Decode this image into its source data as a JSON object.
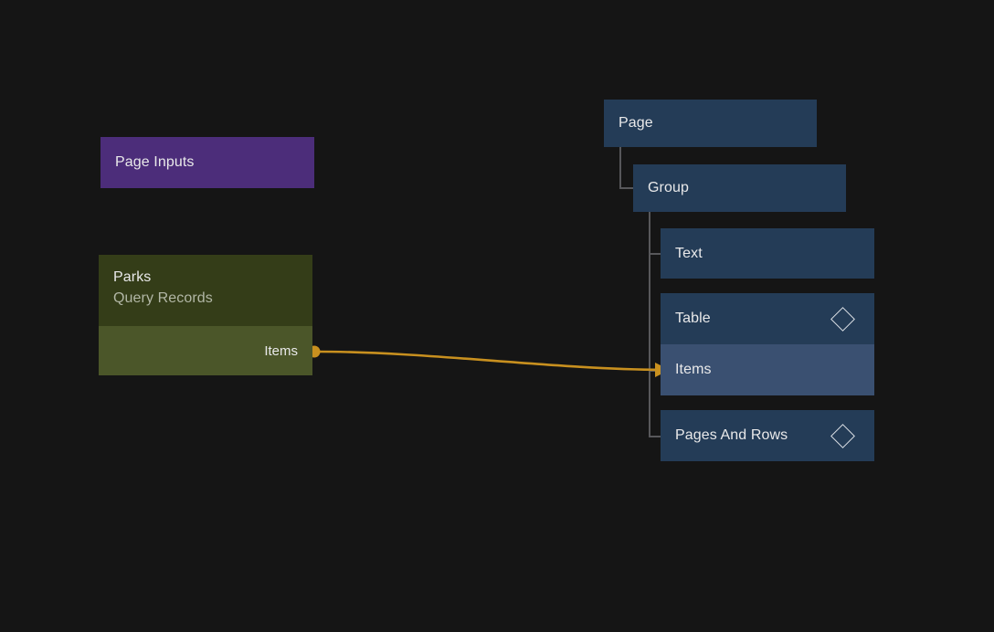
{
  "canvas": {
    "background": "#151515",
    "accent_edge_color": "#c8901f"
  },
  "nodes": {
    "page_inputs": {
      "title": "Page Inputs",
      "color": "#4c2d7a"
    },
    "parks": {
      "title": "Parks",
      "subtitle": "Query Records",
      "output_port_label": "Items",
      "header_color": "#343d18",
      "body_color": "#4b5629"
    }
  },
  "tree": {
    "page": {
      "label": "Page",
      "color": "#243c57"
    },
    "group": {
      "label": "Group",
      "color": "#243c57"
    },
    "text": {
      "label": "Text",
      "color": "#243c57"
    },
    "table": {
      "label": "Table",
      "icon": "diamond-icon",
      "color": "#243c57",
      "property_row": {
        "label": "Items",
        "color": "#3a5071"
      }
    },
    "pages_and_rows": {
      "label": "Pages And Rows",
      "icon": "diamond-icon",
      "color": "#243c57"
    }
  },
  "connection": {
    "from": "Items",
    "to": "Items",
    "color": "#c8901f"
  }
}
